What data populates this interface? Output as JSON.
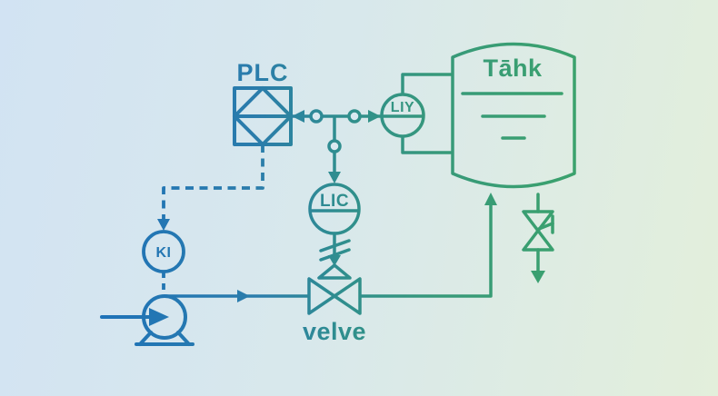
{
  "diagram": {
    "type": "process-and-instrumentation-diagram",
    "labels": {
      "plc": "PLC",
      "tank": "Tāhk",
      "level_transmitter": "LIY",
      "level_controller": "LIC",
      "motor_indicator": "KI",
      "control_valve": "velve"
    },
    "colors": {
      "line_blue": "#1e72b8",
      "line_teal": "#2f8e8e",
      "line_green": "#3ba26c",
      "background_left": "#d3e4f3",
      "background_right": "#e3efdb",
      "node_fill": "#d9e9f0"
    }
  }
}
